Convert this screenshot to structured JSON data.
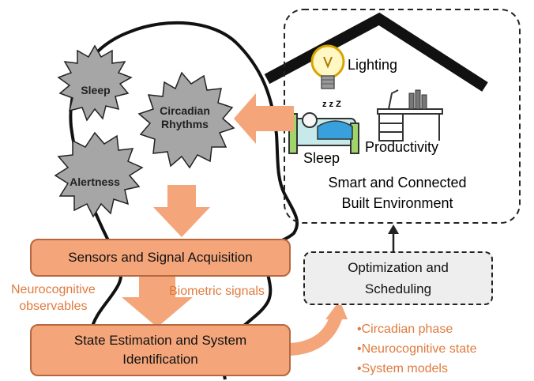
{
  "brain": {
    "sleep": "Sleep",
    "circadian_line1": "Circadian",
    "circadian_line2": "Rhythms",
    "alertness": "Alertness"
  },
  "house": {
    "lighting": "Lighting",
    "sleep": "Sleep",
    "productivity": "Productivity",
    "zzz": "z z Z",
    "title_line1": "Smart and Connected",
    "title_line2": "Built Environment"
  },
  "sensors_box": "Sensors and Signal Acquisition",
  "neuro_label_line1": "Neurocognitive",
  "neuro_label_line2": "observables",
  "biometric_label": "Biometric signals",
  "state_box_line1": "State Estimation and System",
  "state_box_line2": "Identification",
  "optim_box_line1": "Optimization and",
  "optim_box_line2": "Scheduling",
  "outputs": [
    "•Circadian phase",
    "•Neurocognitive state",
    "•System models"
  ],
  "colors": {
    "box_fill": "#f4a57a",
    "box_border": "#b5683f",
    "arrow": "#f4a57a",
    "text_orange": "#e07a3e",
    "gear": "#a6a6a6"
  }
}
